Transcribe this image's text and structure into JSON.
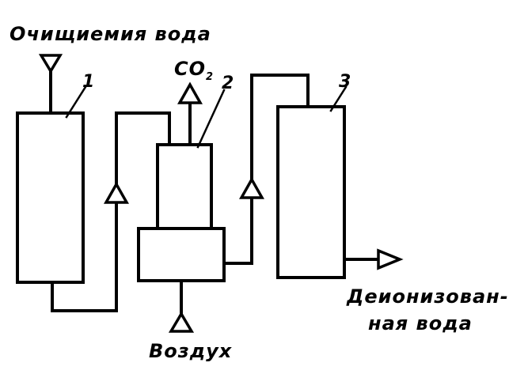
{
  "labels": {
    "input_water": "Очищиемия вода",
    "co2_main": "CO",
    "co2_sub": "2",
    "air": "Воздух",
    "output_line1": "Деионизован-",
    "output_line2": "ная вода"
  },
  "units": [
    {
      "number": "1"
    },
    {
      "number": "2"
    },
    {
      "number": "3"
    }
  ]
}
